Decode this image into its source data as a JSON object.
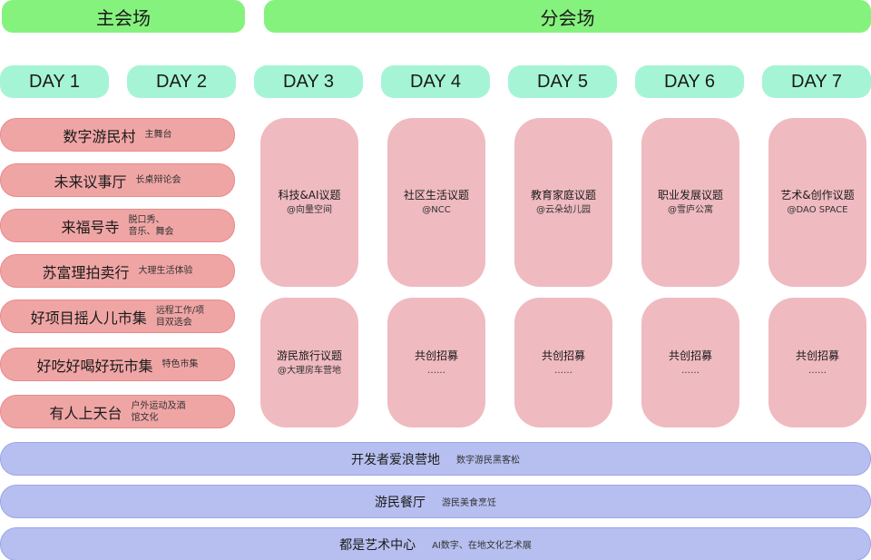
{
  "headers": {
    "main": "主会场",
    "branch": "分会场"
  },
  "days": [
    "DAY 1",
    "DAY 2",
    "DAY 3",
    "DAY 4",
    "DAY 5",
    "DAY 6",
    "DAY 7"
  ],
  "venues": [
    {
      "name": "数字游民村",
      "sub": "主舞台"
    },
    {
      "name": "未来议事厅",
      "sub": "长桌辩论会"
    },
    {
      "name": "来福号寺",
      "sub": "脱口秀、\n音乐、舞会"
    },
    {
      "name": "苏富理拍卖行",
      "sub": "大理生活体验"
    },
    {
      "name": "好项目摇人儿市集",
      "sub": "远程工作/项\n目双选会"
    },
    {
      "name": "好吃好喝好玩市集",
      "sub": "特色市集"
    },
    {
      "name": "有人上天台",
      "sub": "户外运动及酒\n馆文化"
    }
  ],
  "topics": [
    {
      "title": "科技&AI议题",
      "sub": "@向量空间"
    },
    {
      "title": "社区生活议题",
      "sub": "@NCC"
    },
    {
      "title": "教育家庭议题",
      "sub": "@云朵幼儿园"
    },
    {
      "title": "职业发展议题",
      "sub": "@雪庐公寓"
    },
    {
      "title": "艺术&创作议题",
      "sub": "@DAO SPACE"
    }
  ],
  "topics2": [
    {
      "title": "游民旅行议题",
      "sub": "@大理房车营地"
    },
    {
      "title": "共创招募",
      "sub": "……"
    },
    {
      "title": "共创招募",
      "sub": "……"
    },
    {
      "title": "共创招募",
      "sub": "……"
    },
    {
      "title": "共创招募",
      "sub": "……"
    }
  ],
  "bars": [
    {
      "name": "开发者爱浪营地",
      "sub": "数字游民黑客松"
    },
    {
      "name": "游民餐厅",
      "sub": "游民美食烹饪"
    },
    {
      "name": "都是艺术中心",
      "sub": "AI数字、在地文化艺术展"
    }
  ]
}
